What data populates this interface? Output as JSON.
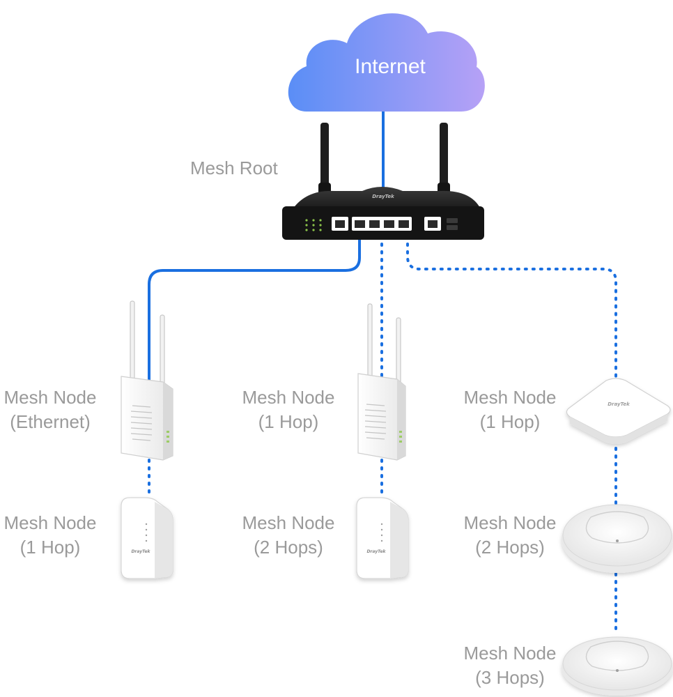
{
  "internet": {
    "label": "Internet"
  },
  "root": {
    "label": "Mesh Root",
    "brand": "DrayTek"
  },
  "nodes": [
    {
      "line1": "Mesh Node",
      "line2": "(Ethernet)"
    },
    {
      "line1": "Mesh Node",
      "line2": "(1 Hop)"
    },
    {
      "line1": "Mesh Node",
      "line2": "(1 Hop)"
    },
    {
      "line1": "Mesh Node",
      "line2": "(1 Hop)"
    },
    {
      "line1": "Mesh Node",
      "line2": "(2 Hops)"
    },
    {
      "line1": "Mesh Node",
      "line2": "(2 Hops)"
    },
    {
      "line1": "Mesh Node",
      "line2": "(3 Hops)"
    }
  ],
  "colors": {
    "wired": "#1a6fe0",
    "wireless": "#1a6fe0",
    "label": "#9a9a9a",
    "cloud_start": "#5a8ef6",
    "cloud_end": "#b09cf7"
  }
}
